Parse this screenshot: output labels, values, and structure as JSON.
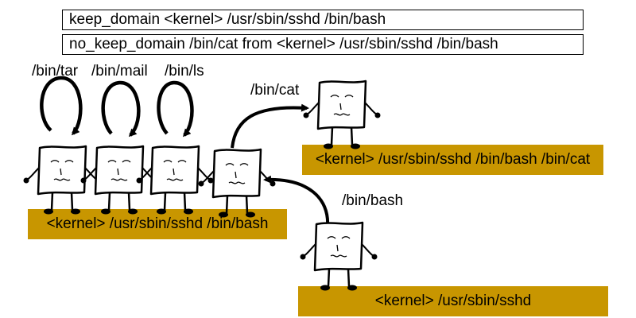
{
  "rules": {
    "keep": "keep_domain <kernel> /usr/sbin/sshd /bin/bash",
    "no_keep": "no_keep_domain /bin/cat from <kernel> /usr/sbin/sshd /bin/bash"
  },
  "domains": {
    "bash": "<kernel> /usr/sbin/sshd /bin/bash",
    "cat": "<kernel> /usr/sbin/sshd /bin/bash /bin/cat",
    "sshd": "<kernel> /usr/sbin/sshd"
  },
  "programs": {
    "tar": "/bin/tar",
    "mail": "/bin/mail",
    "ls": "/bin/ls",
    "cat": "/bin/cat",
    "bash": "/bin/bash"
  },
  "colors": {
    "domain_bar": "#c89600",
    "line": "#000000"
  }
}
